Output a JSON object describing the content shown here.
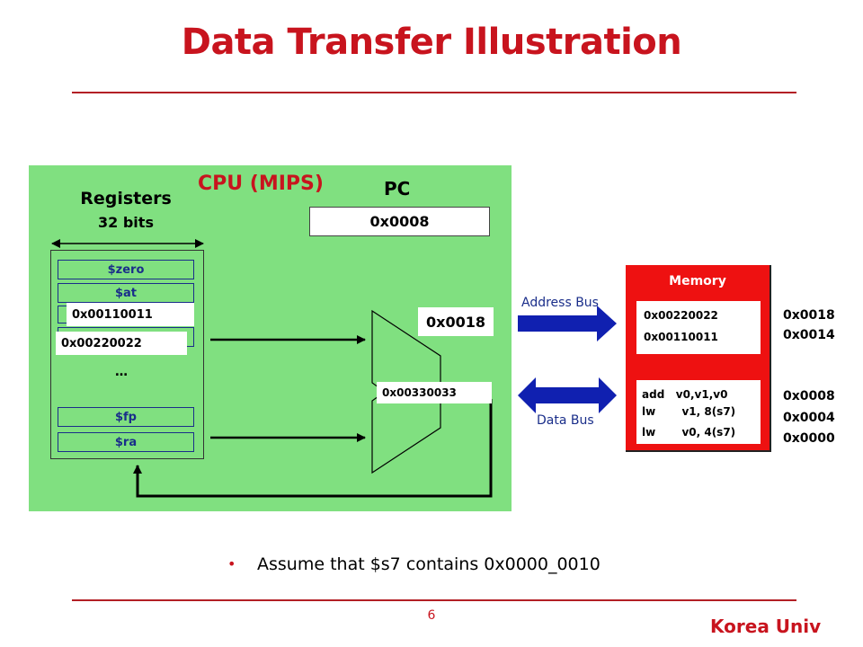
{
  "title": "Data Transfer Illustration",
  "cpu": {
    "label": "CPU (MIPS)",
    "pc_label": "PC",
    "pc_value": "0x0008",
    "registers_title": "Registers",
    "registers_sub": "32 bits",
    "registers": [
      "$zero",
      "$at",
      "$fp",
      "$ra"
    ],
    "reg_values": [
      "0x00110011",
      "0x00220022"
    ],
    "ellipsis": "…",
    "address_out": "0x0018",
    "data_in": "0x00330033"
  },
  "buses": {
    "address": "Address Bus",
    "data": "Data Bus"
  },
  "memory": {
    "title": "Memory",
    "data_words": [
      "0x00220022",
      "0x00110011"
    ],
    "instructions": [
      "add   v0,v1,v0",
      "lw       v1, 8(s7)",
      "lw       v0, 4(s7)"
    ],
    "addresses": [
      "0x0018",
      "0x0014",
      "0x0008",
      "0x0004",
      "0x0000"
    ]
  },
  "bullet": "Assume that $s7 contains 0x0000_0010",
  "page_number": "6",
  "footer": "Korea Univ",
  "colors": {
    "title": "#c8141e",
    "cpu_bg": "#80e080",
    "memory_bg": "#ee1111",
    "bus_arrow": "#1020b0",
    "register_border": "#1a2e8a"
  }
}
